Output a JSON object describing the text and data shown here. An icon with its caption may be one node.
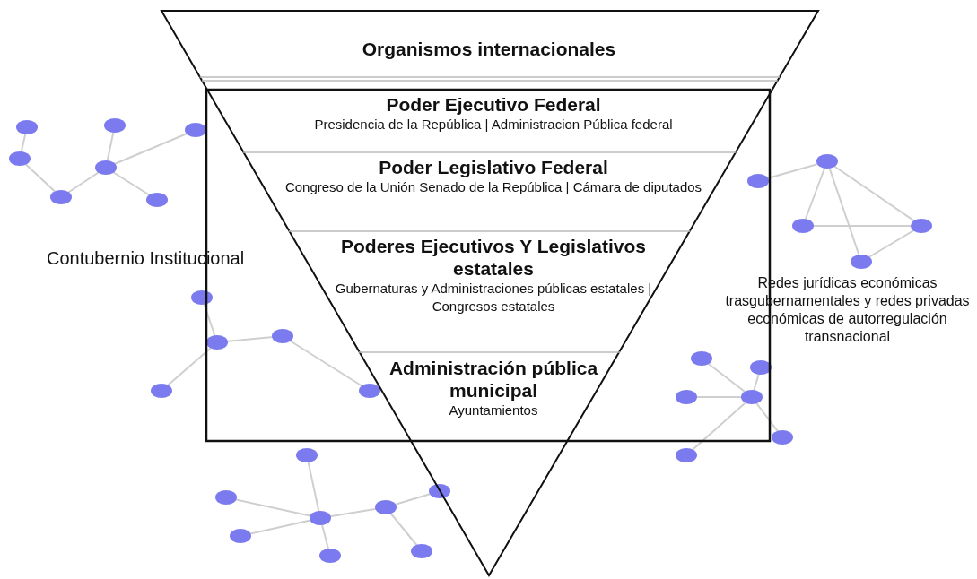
{
  "diagram": {
    "nodes": [
      {
        "text": [
          "Organismos internacionales"
        ]
      },
      {
        "text": [
          "Poder Ejecutivo Federal",
          "Presidencia de la República | Administracion Pública federal"
        ]
      },
      {
        "text": [
          "Poder Legislativo Federal",
          "Congreso de la Unión Senado de la República | Cámara de diputados"
        ]
      },
      {
        "text": [
          "Poderes Ejecutivos Y Legislativos estatales",
          "Gubernaturas y Administraciones públicas estatales | Congresos estatales"
        ]
      },
      {
        "text": [
          "Administración pública municipal",
          "Ayuntamientos"
        ]
      }
    ],
    "edges": [],
    "labels": [
      "Contubernio Institucional",
      "Redes jurídicas económicas trasgubernamentales y redes privadas económicas de autorregulación transnacional"
    ]
  }
}
